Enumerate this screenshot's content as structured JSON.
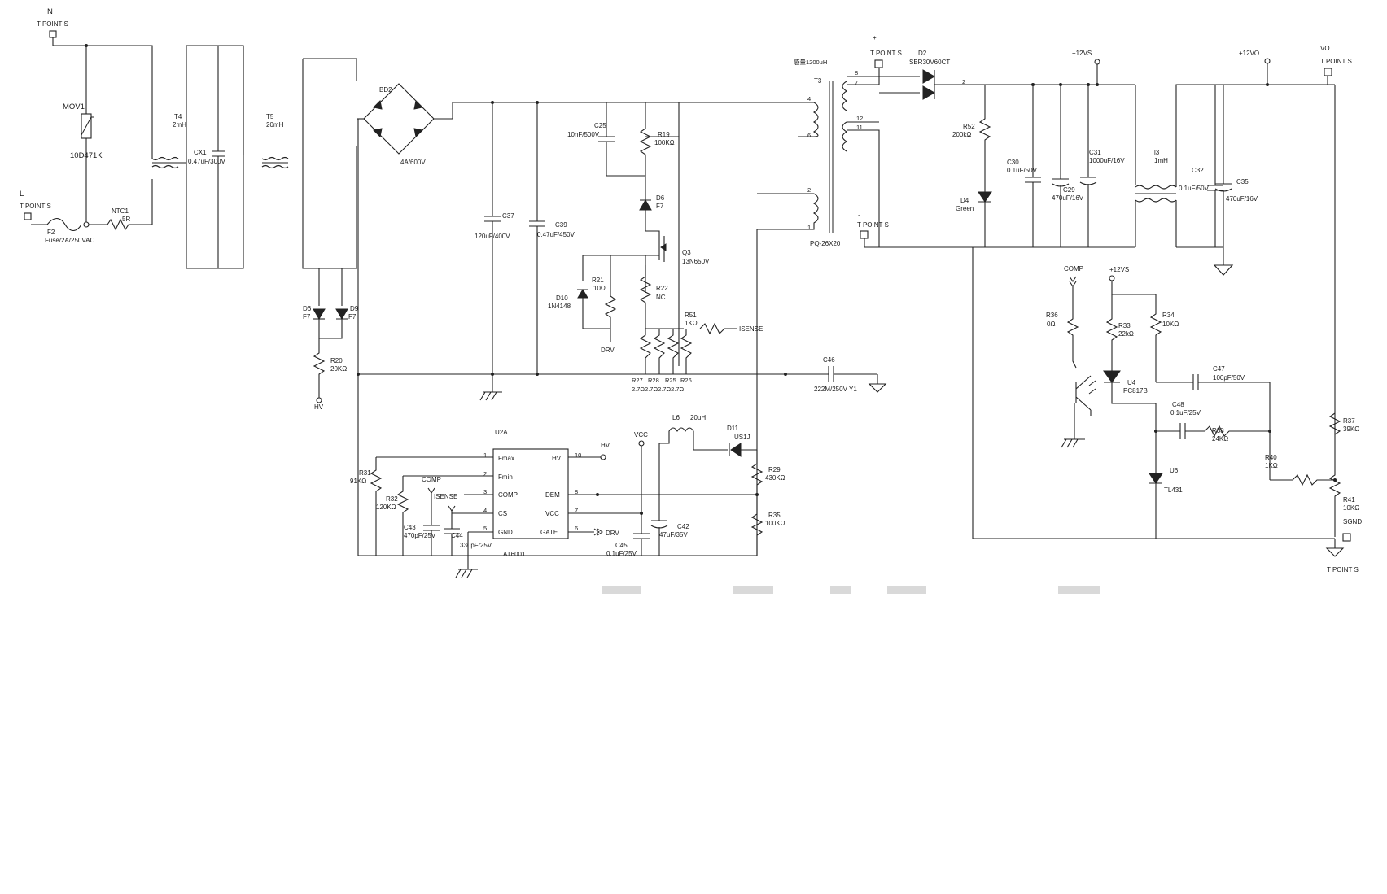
{
  "chinese_note": "感量1200uH",
  "labels": {
    "n_node": "N",
    "tpoint_n": "T POINT S",
    "l_node": "L",
    "tpoint_l": "T POINT S",
    "f2": "F2",
    "f2_value": "Fuse/2A/250VAC",
    "ntc1": "NTC1",
    "ntc1_value": "5R",
    "mov1": "MOV1",
    "mov1_value": "10D471K",
    "t4": "T4",
    "t4_value": "2mH",
    "cx1": "CX1",
    "cx1_value": "0.47uF/300V",
    "t5": "T5",
    "t5_value": "20mH",
    "bd2": "BD2",
    "bd2_value": "4A/600V",
    "d6a": "D6",
    "d6a_value": "F7",
    "d9": "D9",
    "d9_value": "F7",
    "r20": "R20",
    "r20_value": "20KΩ",
    "hv_left": "HV",
    "c37": "C37",
    "c37_value": "120uF/400V",
    "c39": "C39",
    "c39_value": "0.47uF/450V",
    "c25": "C25",
    "c25_value": "10nF/500V",
    "r19": "R19",
    "r19_value": "100KΩ",
    "d6b": "D6",
    "d6b_value": "F7",
    "q3": "Q3",
    "q3_value": "13N650V",
    "r21": "R21",
    "r21_value": "10Ω",
    "d10": "D10",
    "d10_value": "1N4148",
    "drv_a": "DRV",
    "r22": "R22",
    "r22_value": "NC",
    "r51": "R51",
    "r51_value": "1KΩ",
    "isense_a": "ISENSE",
    "r27": "R27",
    "r28": "R28",
    "r25": "R25",
    "r26": "R26",
    "rsense_values": "2.7Ω2.7Ω2.7Ω2.7Ω",
    "c46": "C46",
    "c46_value": "222M/250V Y1",
    "t3": "T3",
    "t3_core": "PQ-26X20",
    "pin8": "8",
    "pin7": "7",
    "pin12": "12",
    "pin11": "11",
    "pin4": "4",
    "pin6": "6",
    "pin2": "2",
    "pin1": "1",
    "tpoint_plus_mark": "+",
    "tpoint_plus": "T POINT S",
    "tpoint_minus_mark": "-",
    "tpoint_minus": "T POINT S",
    "d2": "D2",
    "d2_value": "SBR30V60CT",
    "r52": "R52",
    "r52_value": "200kΩ",
    "d4": "D4",
    "d4_value": "Green",
    "plus12vs_top": "+12VS",
    "c30": "C30",
    "c30_value": "0.1uF/50V",
    "c29": "C29",
    "c29_value": "470uF/16V",
    "c31": "C31",
    "c31_value": "1000uF/16V",
    "l3": "l3",
    "l3_value": "1mH",
    "c32": "C32",
    "c32_value": "0.1uF/50V",
    "c35": "C35",
    "c35_value": "470uF/16V",
    "plus12vo": "+12VO",
    "vo": "VO",
    "tpoint_vo": "T POINT S",
    "comp_opto": "COMP",
    "plus12vs_mid": "+12VS",
    "r36": "R36",
    "r36_value": "0Ω",
    "r33": "R33",
    "r33_value": "22kΩ",
    "r34": "R34",
    "r34_value": "10KΩ",
    "u4": "U4",
    "u4_value": "PC817B",
    "c47": "C47",
    "c47_value": "100pF/50V",
    "c48": "C48",
    "c48_value": "0.1uF/25V",
    "r38": "R38",
    "r38_value": "24KΩ",
    "r40": "R40",
    "r40_value": "1KΩ",
    "u6": "U6",
    "u6_value": "TL431",
    "r37": "R37",
    "r37_value": "39KΩ",
    "r41": "R41",
    "r41_value": "10KΩ",
    "sgnd": "SGND",
    "tpoint_sgnd": "T POINT S",
    "u2a": "U2A",
    "u2a_part": "AT6001",
    "pin_fmax": "Fmax",
    "pin_fmin": "Fmin",
    "pin_comp": "COMP",
    "pin_cs": "CS",
    "pin_gnd": "GND",
    "pin_hv": "HV",
    "pin_dem": "DEM",
    "pin_vcc": "VCC",
    "pin_gate": "GATE",
    "pn1": "1",
    "pn2": "2",
    "pn3": "3",
    "pn4": "4",
    "pn5": "5",
    "pn10": "10",
    "pn8": "8",
    "pn7": "7",
    "pn6": "6",
    "hv_ic": "HV",
    "vcc_net": "VCC",
    "l6": "L6",
    "l6_value": "20uH",
    "d11": "D11",
    "d11_value": "US1J",
    "r29": "R29",
    "r29_value": "430KΩ",
    "r35": "R35",
    "r35_value": "100KΩ",
    "c42": "C42",
    "c42_value": "47uF/35V",
    "c45": "C45",
    "c45_value": "0.1uF/25V",
    "drv_b": "DRV",
    "r31": "R31",
    "r31_value": "91KΩ",
    "r32": "R32",
    "r32_value": "120KΩ",
    "comp_ic": "COMP",
    "isense_b": "ISENSE",
    "c43": "C43",
    "c43_value": "470pF/25V",
    "c44": "C44",
    "c44_value": "330pF/25V"
  }
}
